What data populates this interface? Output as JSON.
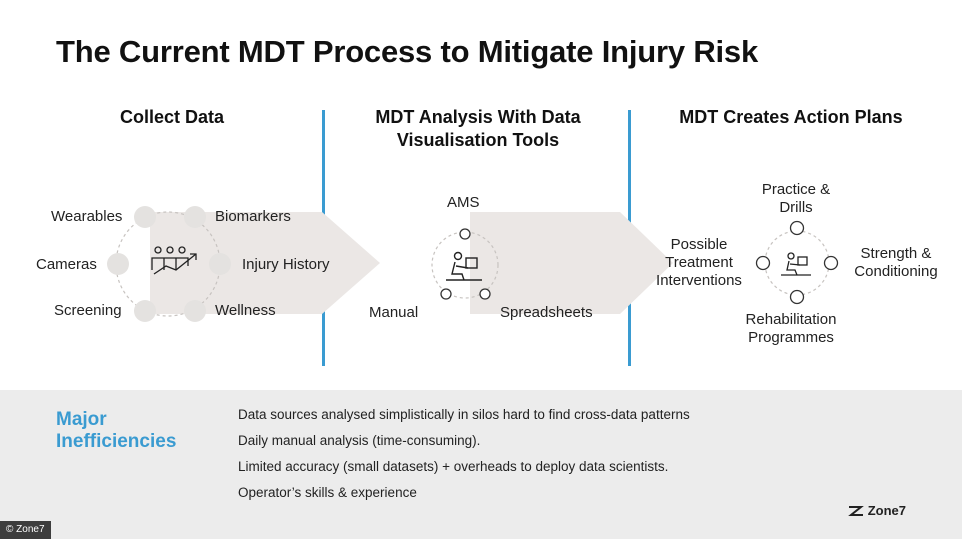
{
  "title": "The Current MDT Process to Mitigate Injury Risk",
  "columns": [
    {
      "heading": "Collect Data",
      "labels": [
        "Wearables",
        "Biomarkers",
        "Cameras",
        "Injury History",
        "Screening",
        "Wellness"
      ]
    },
    {
      "heading": "MDT Analysis With Data Visualisation Tools",
      "labels": [
        "AMS",
        "Manual",
        "Spreadsheets"
      ]
    },
    {
      "heading": "MDT Creates Action Plans",
      "labels": [
        "Practice & Drills",
        "Possible Treatment Interventions",
        "Strength & Conditioning",
        "Rehabilitation Programmes"
      ]
    }
  ],
  "inefficiencies": {
    "heading": "Major Inefficiencies",
    "items": [
      "Data sources analysed simplistically in silos hard to find cross-data patterns",
      "Daily manual analysis (time-consuming).",
      "Limited accuracy (small datasets) + overheads to deploy data scientists.",
      "Operator’s skills & experience"
    ]
  },
  "logo": "Zone7",
  "credit": "© Zone7",
  "icons": [
    "people-chart-icon",
    "analyst-at-computer-icon",
    "zone7-logo-icon"
  ],
  "colors": {
    "accent": "#3a9bd1",
    "arrow": "#ebe7e5",
    "node": "#e4e2e0"
  }
}
